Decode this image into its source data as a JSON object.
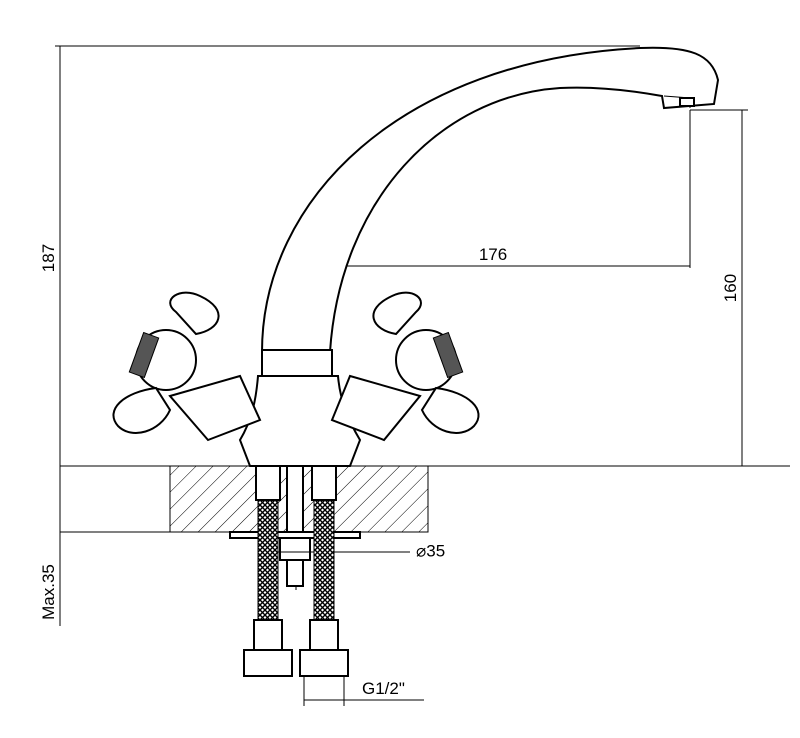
{
  "dimensions": {
    "height_total": "187",
    "reach": "176",
    "spout_height": "160",
    "base_diameter": "⌀35",
    "max_thickness": "Max.35",
    "thread": "G1/2\""
  },
  "colors": {
    "line": "#000000",
    "background": "#ffffff",
    "hatch": "#000000"
  }
}
